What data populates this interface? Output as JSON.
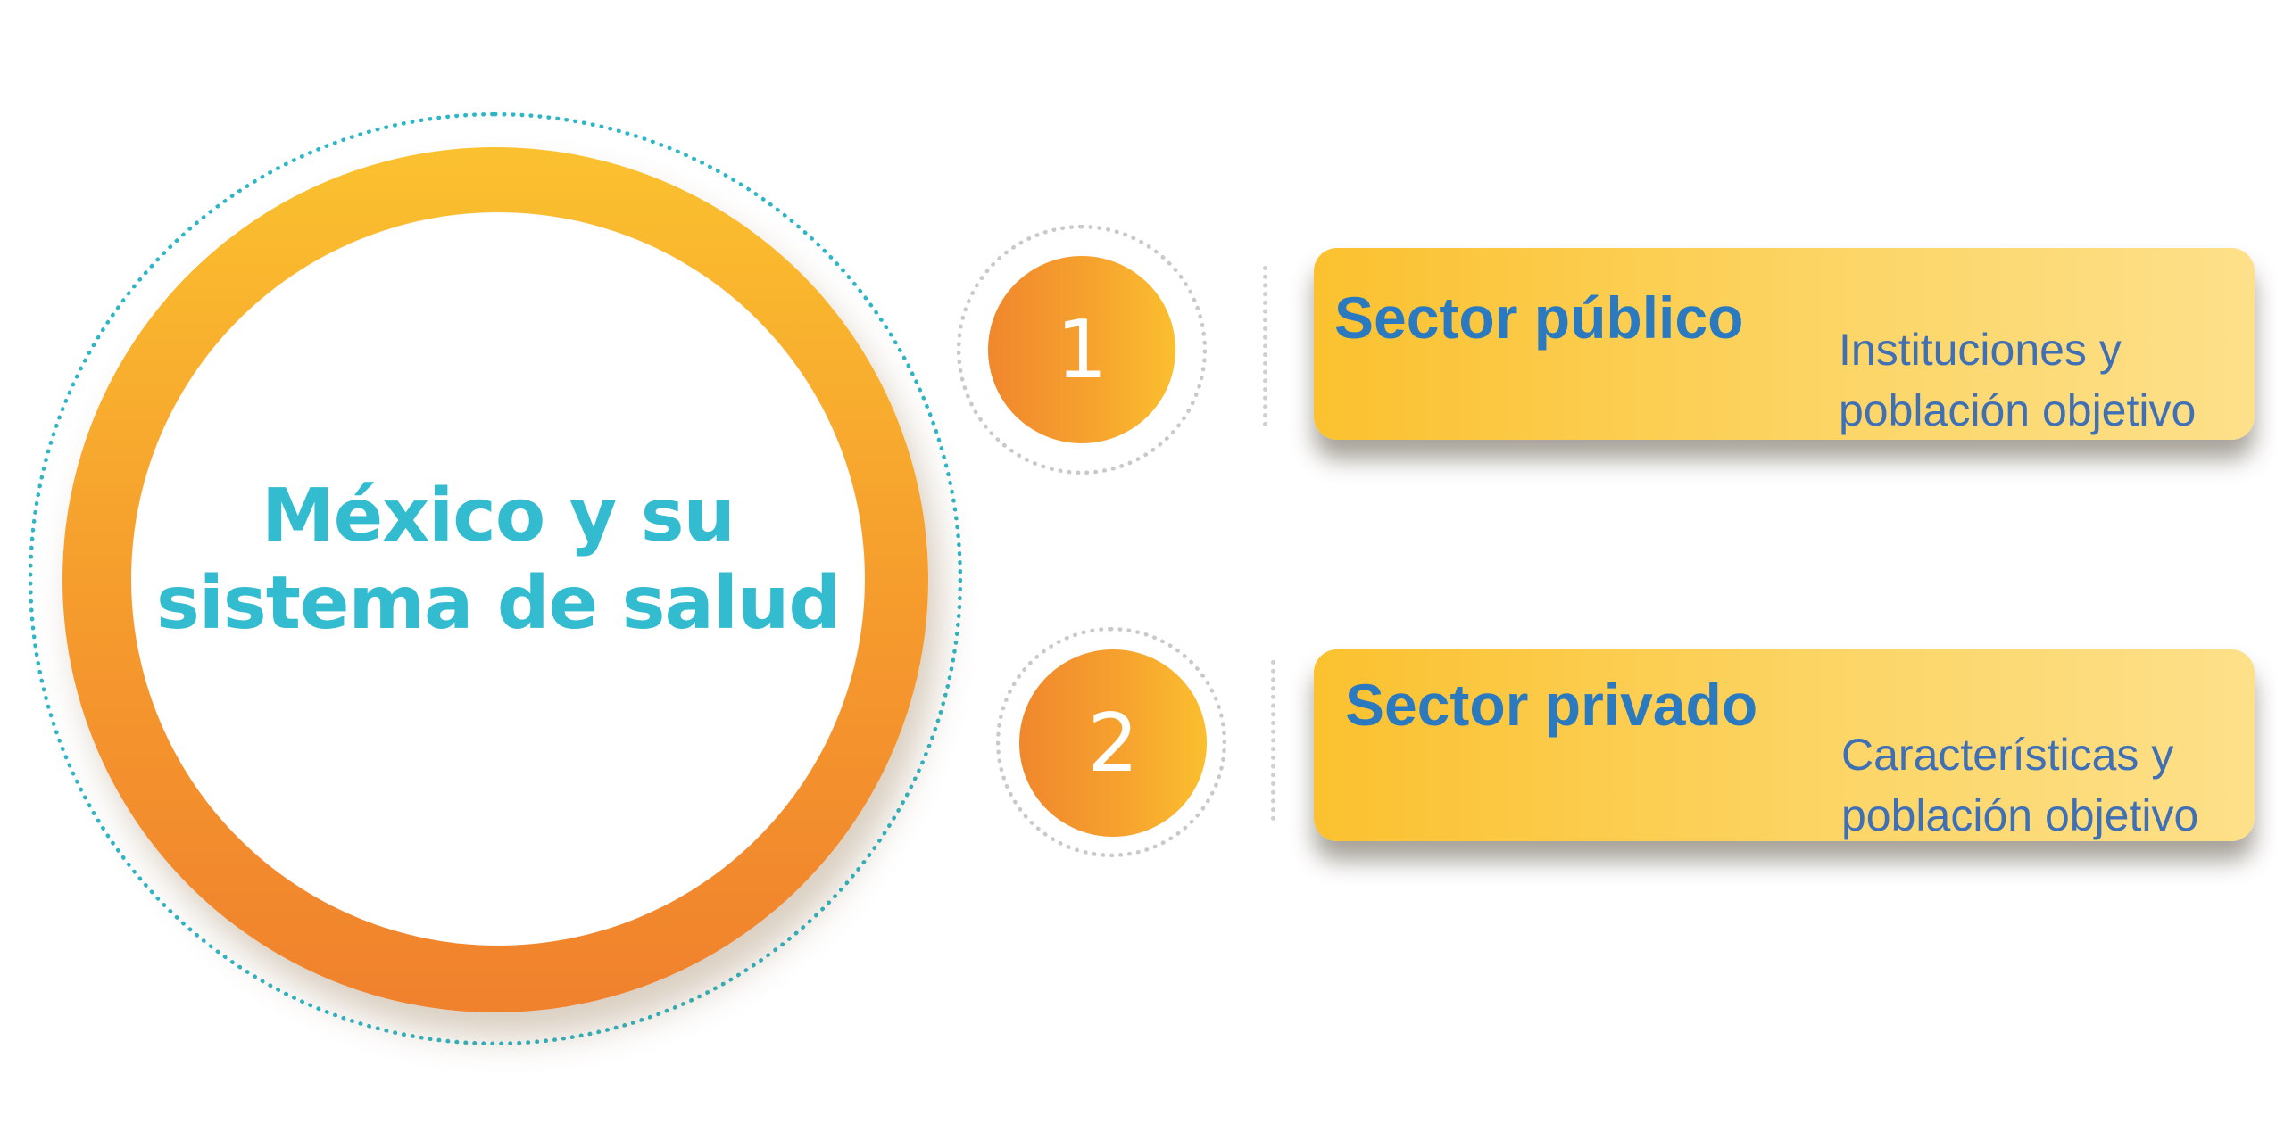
{
  "hub": {
    "title_line1": "México y su",
    "title_line2": "sistema de salud"
  },
  "items": [
    {
      "number": "1",
      "title": "Sector público",
      "subtitle_line1": "Instituciones y",
      "subtitle_line2": "población objetivo"
    },
    {
      "number": "2",
      "title": "Sector privado",
      "subtitle_line1": "Características y",
      "subtitle_line2": "población objetivo"
    }
  ],
  "colors": {
    "teal": "#33bccf",
    "orange": "#f0812d",
    "yellow": "#fbc12f",
    "blue_text": "#2b7ac0"
  }
}
